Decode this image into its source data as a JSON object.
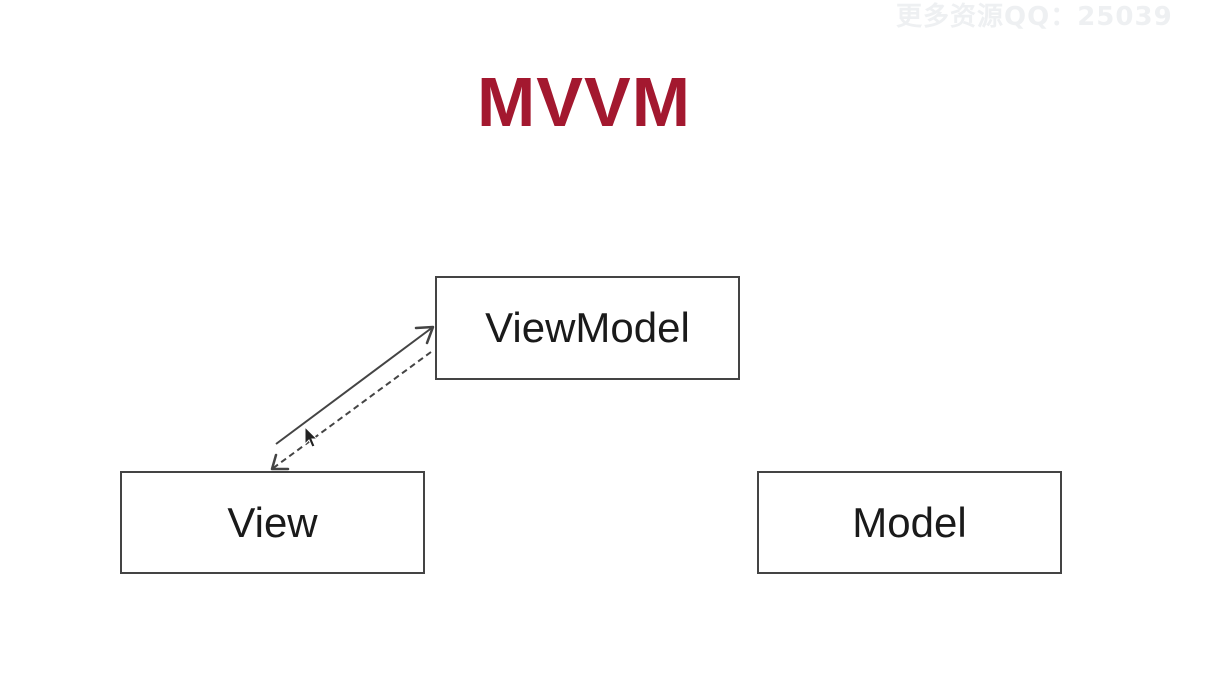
{
  "watermark": "更多资源QQ：25039",
  "title": "MVVM",
  "nodes": {
    "viewmodel": "ViewModel",
    "view": "View",
    "model": "Model"
  },
  "colors": {
    "title": "#a3182f",
    "border": "#444444",
    "arrow": "#444444"
  }
}
